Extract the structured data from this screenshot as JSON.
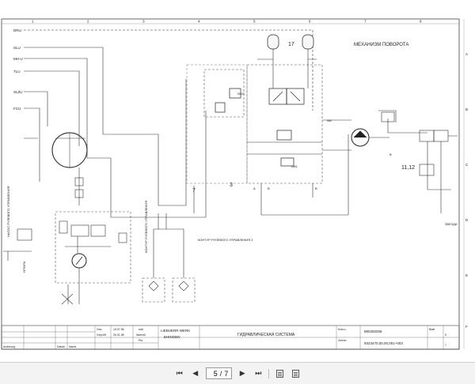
{
  "signals": [
    "DRLI",
    "SLU",
    "MH-U",
    "TLU",
    "SLZU",
    "FCU"
  ],
  "section_title": "МЕХАНИЗМ ПОВОРОТА",
  "numbers": {
    "n17": "17",
    "n7": "7",
    "n3": "3",
    "n1112": "11,12",
    "nB": "B"
  },
  "vertical_labels": {
    "pump_left": "НАСОС РУЛЕВОГО УПРАВЛЕНИЯ",
    "circuit_mid": "КОНТУР РУЛЕВОГО УПРАВЛЕНИЯ",
    "circuit_mid2": "КОНТУР РУЛЕВОГО УПРАВЛЕНИЯ 2",
    "left_small": "ОПОРА",
    "right_small": "ЗВЕЗДА"
  },
  "small_codes": {
    "dw": "DW1",
    "du": "DU21",
    "sv": "SAF",
    "mm": "MM"
  },
  "grid_numbers": [
    "1",
    "2",
    "3",
    "4",
    "5",
    "6",
    "7",
    "8"
  ],
  "grid_letters": [
    "A",
    "B",
    "C",
    "D",
    "E",
    "F"
  ],
  "titleblock": {
    "col_a": [
      "",
      "",
      "Anderung",
      "Datum",
      "Name"
    ],
    "date1": "15.07.96",
    "date2": "26.01.98",
    "code_a": "mAl",
    "code_b": "Ilweint0",
    "code_c": "Pla",
    "label1": "Gez.",
    "label2": "Geprüft",
    "company": "LIEBHERR WERK",
    "city": "EHINGEN",
    "drawing_title": "ГИДРАВЛИЧЕСКАЯ СИСТЕМА",
    "id_label": "Kran-L",
    "id_value": "980292008",
    "drawing_label": "Zeichn.",
    "drawing_no": "9323470,00,00,001+003",
    "sheet_label": "Blatt",
    "sheet_no": "5",
    "sheet_total": "7"
  },
  "toolbar": {
    "first_icon": "⏮",
    "prev_icon": "◀",
    "current_page": "5",
    "separator": "/",
    "total_pages": "7",
    "next_icon": "▶",
    "last_icon": "⏭"
  }
}
